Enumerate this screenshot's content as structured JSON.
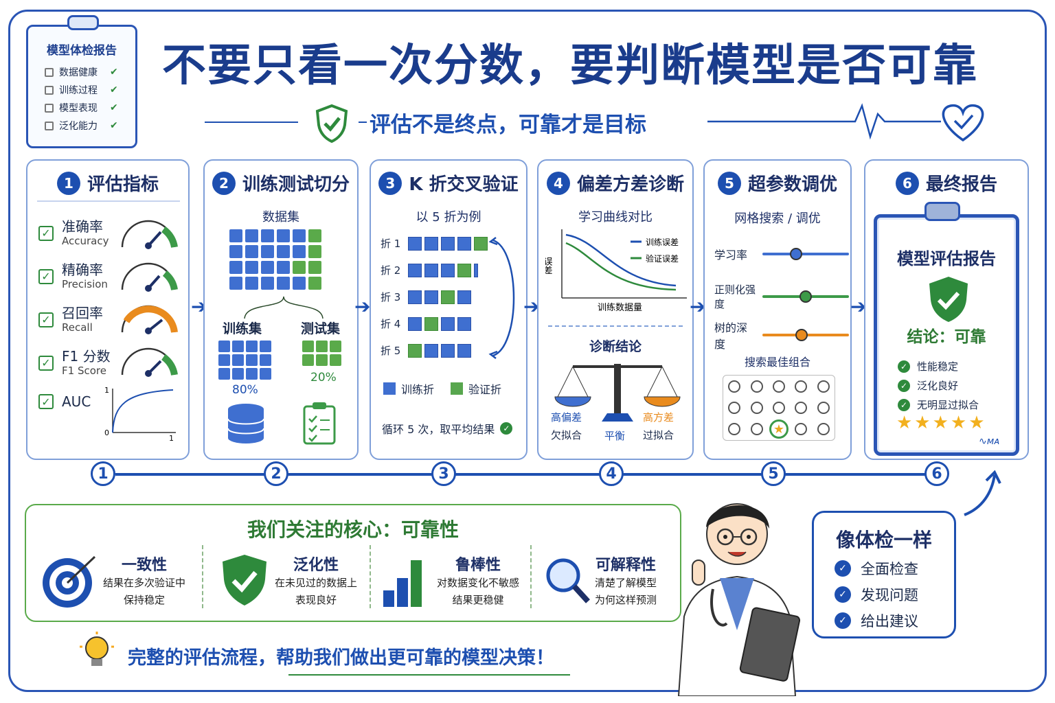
{
  "clipboard": {
    "title": "模型体检报告",
    "items": [
      "数据健康",
      "训练过程",
      "模型表现",
      "泛化能力"
    ]
  },
  "title": "不要只看一次分数，要判断模型是否可靠",
  "subtitle": "评估不是终点，可靠才是目标",
  "steps": [
    {
      "num": "1",
      "title": "评估指标",
      "metrics": [
        {
          "zh": "准确率",
          "en": "Accuracy"
        },
        {
          "zh": "精确率",
          "en": "Precision"
        },
        {
          "zh": "召回率",
          "en": "Recall"
        },
        {
          "zh": "F1 分数",
          "en": "F1 Score"
        },
        {
          "zh": "AUC",
          "en": ""
        }
      ],
      "roc_axis": {
        "y_top": "1",
        "origin": "0",
        "x_right": "1"
      }
    },
    {
      "num": "2",
      "title": "训练测试切分",
      "dataset": "数据集",
      "train": "训练集",
      "test": "测试集",
      "train_pct": "80%",
      "test_pct": "20%"
    },
    {
      "num": "3",
      "title": "K 折交叉验证",
      "example": "以 5 折为例",
      "folds": [
        "折 1",
        "折 2",
        "折 3",
        "折 4",
        "折 5"
      ],
      "legend_train": "训练折",
      "legend_val": "验证折",
      "loop": "循环 5 次，取平均结果"
    },
    {
      "num": "4",
      "title": "偏差方差诊断",
      "curve_title": "学习曲线对比",
      "ylabel": "误差",
      "xlabel": "训练数据量",
      "legend_train": "训练误差",
      "legend_val": "验证误差",
      "diag": "诊断结论",
      "high_bias": "高偏差",
      "underfit": "欠拟合",
      "balance": "平衡",
      "high_var": "高方差",
      "overfit": "过拟合"
    },
    {
      "num": "5",
      "title": "超参数调优",
      "method": "网格搜索 / 调优",
      "params": [
        {
          "name": "学习率",
          "level": 0.4
        },
        {
          "name": "正则化强度",
          "level": 0.55
        },
        {
          "name": "树的深度",
          "level": 0.5
        }
      ],
      "best": "搜索最佳组合"
    },
    {
      "num": "6",
      "title": "最终报告",
      "report_title": "模型评估报告",
      "conclusion": "结论：可靠",
      "checks": [
        "性能稳定",
        "泛化良好",
        "无明显过拟合"
      ],
      "stars": 5
    }
  ],
  "step_numbers": [
    "1",
    "2",
    "3",
    "4",
    "5",
    "6"
  ],
  "core": {
    "title": "我们关注的核心：可靠性",
    "pillars": [
      {
        "title": "一致性",
        "l1": "结果在多次验证中",
        "l2": "保持稳定"
      },
      {
        "title": "泛化性",
        "l1": "在未见过的数据上",
        "l2": "表现良好"
      },
      {
        "title": "鲁棒性",
        "l1": "对数据变化不敏感",
        "l2": "结果更稳健"
      },
      {
        "title": "可解释性",
        "l1": "清楚了解模型",
        "l2": "为何这样预测"
      }
    ]
  },
  "tip": "完整的评估流程，帮助我们做出更可靠的模型决策！",
  "bubble": {
    "title": "像体检一样",
    "items": [
      "全面检查",
      "发现问题",
      "给出建议"
    ]
  },
  "colors": {
    "primary": "#1d4fb0",
    "green": "#2e8a3c",
    "orange": "#e98b1e"
  }
}
